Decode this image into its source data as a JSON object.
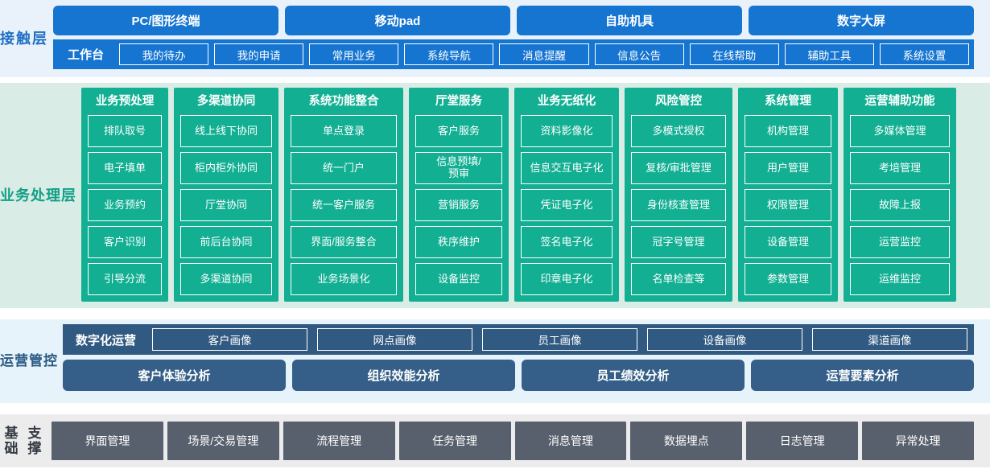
{
  "layers": {
    "contact": {
      "label": "接触层",
      "label_chars": [
        "接",
        "触",
        "层"
      ],
      "channels": [
        "PC/图形终端",
        "移动pad",
        "自助机具",
        "数字大屏"
      ],
      "workbench_title": "工作台",
      "workbench_items": [
        "我的待办",
        "我的申请",
        "常用业务",
        "系统导航",
        "消息提醒",
        "信息公告",
        "在线帮助",
        "辅助工具",
        "系统设置"
      ]
    },
    "business": {
      "label": "业务处理层",
      "label_chars": [
        "业",
        "务",
        "处",
        "理",
        "层"
      ],
      "columns": [
        {
          "title": "业务预处理",
          "width": 108,
          "items": [
            "排队取号",
            "电子填单",
            "业务预约",
            "客户识别",
            "引导分流"
          ]
        },
        {
          "title": "多渠道协同",
          "width": 130,
          "items": [
            "线上线下协同",
            "柜内柜外协同",
            "厅堂协同",
            "前后台协同",
            "多渠道协同"
          ]
        },
        {
          "title": "系统功能整合",
          "width": 148,
          "items": [
            "单点登录",
            "统一门户",
            "统一客户服务",
            "界面/服务整合",
            "业务场景化"
          ]
        },
        {
          "title": "厅堂服务",
          "width": 124,
          "items": [
            "客户服务",
            "信息预填/\n预审",
            "营销服务",
            "秩序维护",
            "设备监控"
          ]
        },
        {
          "title": "业务无纸化",
          "width": 130,
          "items": [
            "资料影像化",
            "信息交互电子化",
            "凭证电子化",
            "签名电子化",
            "印章电子化"
          ]
        },
        {
          "title": "风险管控",
          "width": 134,
          "items": [
            "多模式授权",
            "复核/审批管理",
            "身份核查管理",
            "冠字号管理",
            "名单检查等"
          ]
        },
        {
          "title": "系统管理",
          "width": 124,
          "items": [
            "机构管理",
            "用户管理",
            "权限管理",
            "设备管理",
            "参数管理"
          ]
        },
        {
          "title": "运营辅助功能",
          "width": 140,
          "items": [
            "多媒体管理",
            "考培管理",
            "故障上报",
            "运营监控",
            "运维监控"
          ]
        }
      ]
    },
    "operations": {
      "label": "运营管控",
      "label_chars": [
        "运",
        "营",
        "管",
        "控"
      ],
      "digital_ops_title": "数字化运营",
      "portraits": [
        "客户画像",
        "网点画像",
        "员工画像",
        "设备画像",
        "渠道画像"
      ],
      "analyses": [
        "客户体验分析",
        "组织效能分析",
        "员工绩效分析",
        "运营要素分析"
      ]
    },
    "base": {
      "label": "基础支撑",
      "label_chars": [
        "基础",
        "支撑"
      ],
      "items": [
        "界面管理",
        "场景/交易管理",
        "流程管理",
        "任务管理",
        "消息管理",
        "数据埋点",
        "日志管理",
        "异常处理"
      ]
    }
  },
  "colors": {
    "contact_band_bg": "#e9f2fb",
    "contact_blue": "#1675d1",
    "contact_text": "#1f6fc4",
    "business_band_bg": "#d9ece6",
    "business_green": "#12af93",
    "business_text": "#11a085",
    "ops_band_bg": "#e7f3fb",
    "ops_blue": "#315a82",
    "ops_text": "#2b5a84",
    "base_band_bg": "#ececec",
    "base_gray": "#58606d",
    "base_text": "#333a42",
    "white": "#ffffff"
  }
}
